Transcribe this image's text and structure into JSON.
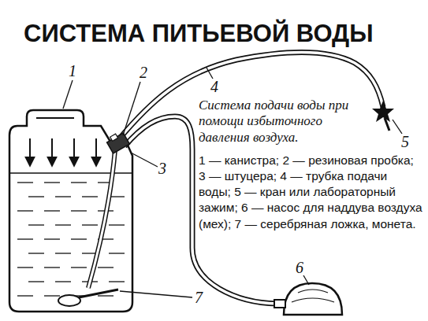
{
  "diagram": {
    "title": "СИСТЕМА ПИТЬЕВОЙ ВОДЫ",
    "caption": "Система подачи воды при помощи избыточного давления воздуха.",
    "labels": [
      "1",
      "2",
      "3",
      "4",
      "5",
      "6",
      "7",
      "1 — канистра; 2 — резиновая пробка; 3 — штуцера; 4 — трубка подачи воды; 5 — кран или лабораторный зажим; 6 — насос для наддува воздуха (мех); 7 — серебряная ложка, монета."
    ]
  }
}
